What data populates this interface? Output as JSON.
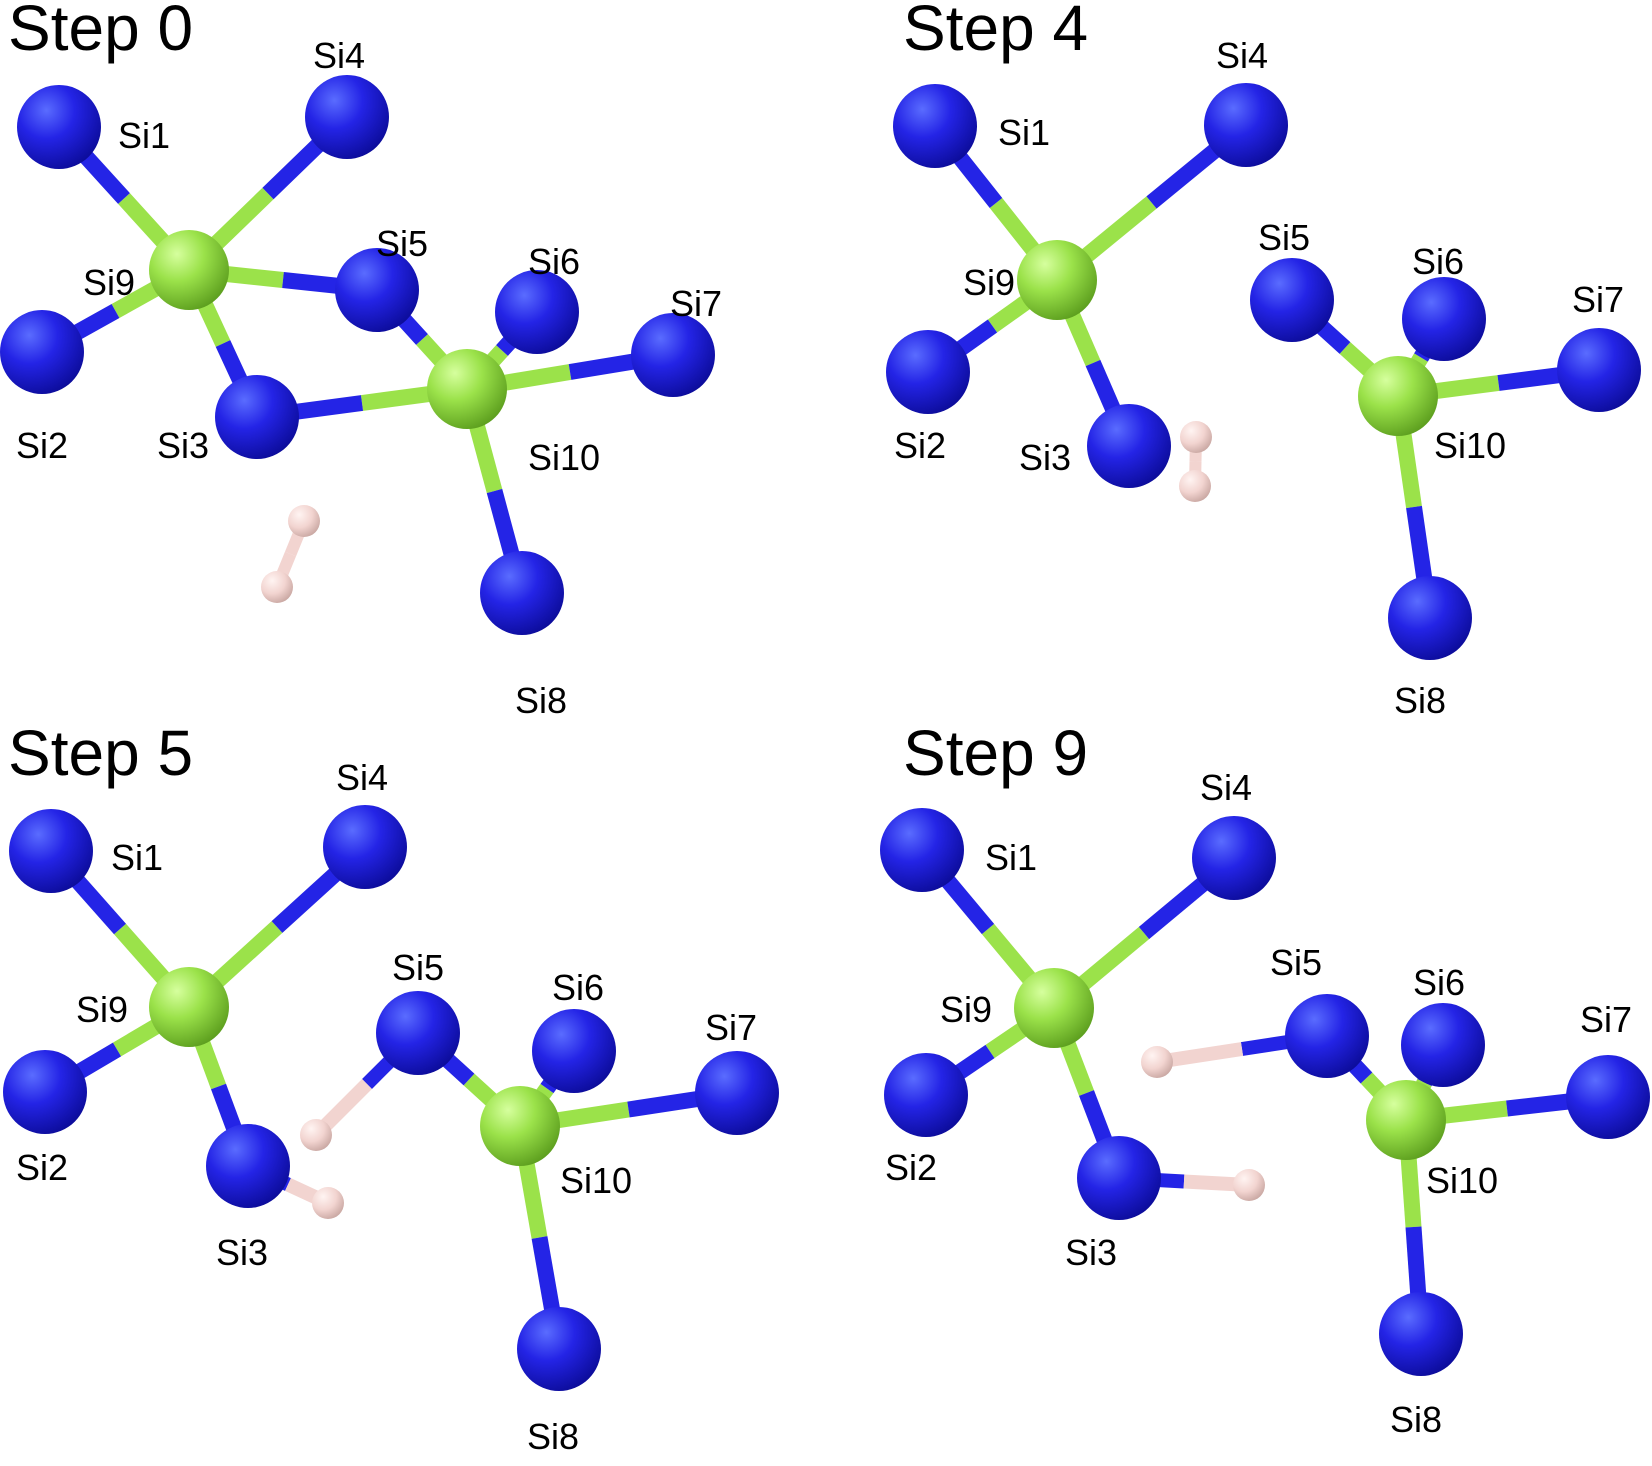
{
  "colors": {
    "background": "#ffffff",
    "si_terminal": "#2424e6",
    "si_center": "#9be24a",
    "hydrogen": "#f2d4d0",
    "label": "#000000"
  },
  "atoms": {
    "si1": "Si1",
    "si2": "Si2",
    "si3": "Si3",
    "si4": "Si4",
    "si5": "Si5",
    "si6": "Si6",
    "si7": "Si7",
    "si8": "Si8",
    "si9": "Si9",
    "si10": "Si10"
  },
  "panels": [
    {
      "id": "step0",
      "title": "Step 0"
    },
    {
      "id": "step4",
      "title": "Step 4"
    },
    {
      "id": "step5",
      "title": "Step 5"
    },
    {
      "id": "step9",
      "title": "Step 9"
    }
  ]
}
